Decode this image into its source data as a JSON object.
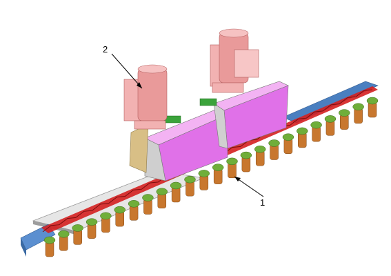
{
  "callouts": [
    {
      "id": "1",
      "text": "1"
    },
    {
      "id": "2",
      "text": "2"
    }
  ],
  "colors": {
    "base_beam_top": "#d9d9d9",
    "base_beam_side": "#9a9a9a",
    "chain": "#d42020",
    "roller_gold": "#c8772e",
    "roller_green": "#6fae3a",
    "frame_blue": "#4a7fc0",
    "housing_magenta": "#e071e8",
    "housing_gray": "#d0d0d0",
    "motor_pink": "#e99a9a",
    "bracket_tan": "#d8bf86",
    "coupling_green": "#3ba33b"
  },
  "icons": [
    "conveyor-diagram"
  ]
}
